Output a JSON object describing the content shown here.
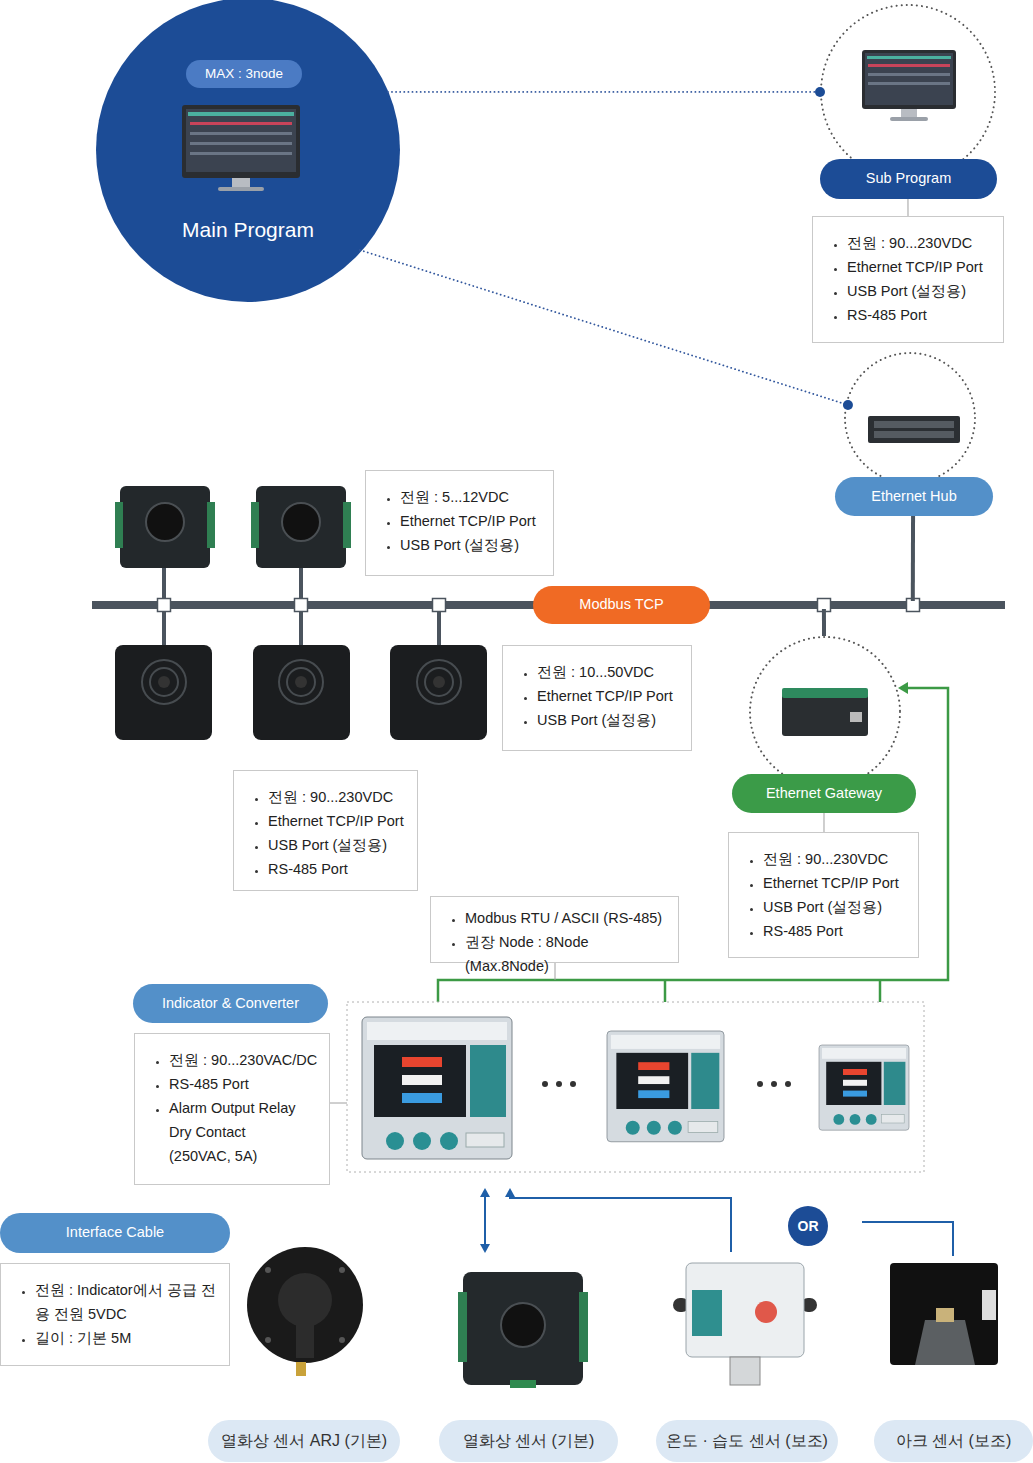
{
  "diagram": {
    "nodes": [
      {
        "text": [
          "Main Program"
        ]
      },
      {
        "text": [
          "MAX : 3node"
        ],
        "in": 0
      },
      {
        "text": [
          "Sub Program"
        ]
      },
      {
        "text": [
          "전원 : 90...230VDC",
          "Ethernet TCP/IP Port",
          "USB Port (설정용)",
          "RS-485 Port"
        ]
      },
      {
        "text": [
          "Ethernet Hub"
        ]
      },
      {
        "text": [
          "전원 : 5...12VDC",
          "Ethernet TCP/IP Port",
          "USB Port (설정용)"
        ]
      },
      {
        "text": [
          "Modbus TCP"
        ]
      },
      {
        "text": [
          "전원 : 10...50VDC",
          "Ethernet TCP/IP Port",
          "USB Port (설정용)"
        ]
      },
      {
        "text": [
          "Ethernet Gateway"
        ]
      },
      {
        "text": [
          "전원 : 90...230VDC",
          "Ethernet TCP/IP Port",
          "USB Port (설정용)",
          "RS-485 Port"
        ]
      },
      {
        "text": [
          "전원 : 90...230VDC",
          "Ethernet TCP/IP Port",
          "USB Port (설정용)",
          "RS-485 Port"
        ]
      },
      {
        "text": [
          "Modbus RTU / ASCII (RS-485)",
          "권장 Node : 8Node (Max.8Node)"
        ]
      },
      {
        "text": [
          "Indicator & Converter"
        ]
      },
      {
        "text": [
          "전원 : 90...230VAC/DC",
          "RS-485 Port",
          "Alarm Output Relay Dry Contact (250VAC, 5A)"
        ]
      },
      {
        "text": [
          "OR"
        ]
      },
      {
        "text": [
          "Interface Cable"
        ]
      },
      {
        "text": [
          "전원 : Indicator에서 공급 전용 전원 5VDC",
          "길이 : 기본 5M"
        ]
      },
      {
        "text": [
          "열화상 센서 ARJ (기본)"
        ]
      },
      {
        "text": [
          "열화상 센서 (기본)"
        ]
      },
      {
        "text": [
          "온도 · 습도 센서 (보조)"
        ]
      },
      {
        "text": [
          "아크 센서 (보조)"
        ]
      }
    ],
    "edges": [
      {
        "from": 0,
        "to": 2,
        "arrow": "none"
      },
      {
        "from": 0,
        "to": 4,
        "arrow": "none"
      },
      {
        "from": 2,
        "to": 3,
        "arrow": "none"
      },
      {
        "from": 4,
        "to": 6,
        "arrow": "none"
      },
      {
        "from": 6,
        "to": 8,
        "arrow": "none"
      },
      {
        "from": 8,
        "to": 10,
        "arrow": "none"
      }
    ]
  }
}
